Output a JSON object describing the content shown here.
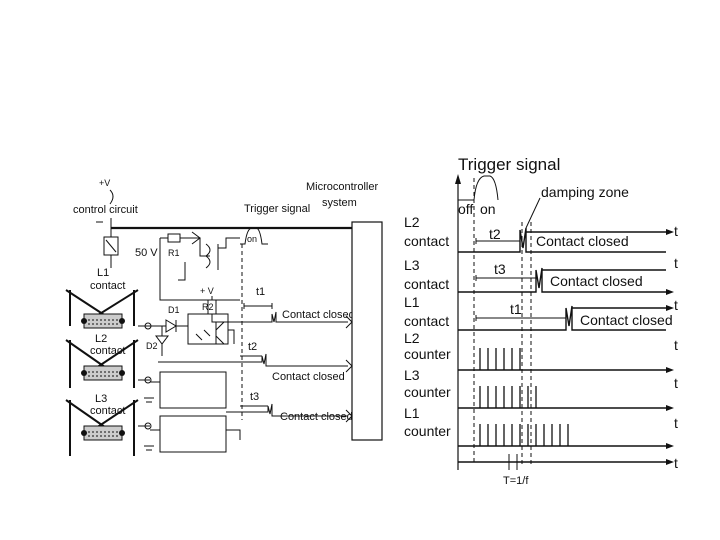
{
  "left": {
    "supply": "+V",
    "control_circuit": "control circuit",
    "source_voltage": "50 V",
    "r1": "R1",
    "r2": "R2",
    "plus_v": "+ V",
    "d1": "D1",
    "d2": "D2",
    "l1": "L1",
    "l2": "L2",
    "l3": "L3",
    "contact": "contact",
    "trigger_signal": "Trigger signal",
    "on": "on",
    "t1": "t1",
    "t2": "t2",
    "t3": "t3",
    "contact_closed": "Contact closed",
    "microcontroller": "Microcontroller",
    "system": "system"
  },
  "right": {
    "trigger_signal": "Trigger signal",
    "off": "off",
    "on": "on",
    "damping_zone": "damping zone",
    "t": "t",
    "t1": "t1",
    "t2": "t2",
    "t3": "t3",
    "contact_closed": "Contact closed",
    "period": "T=1/f",
    "rows": [
      {
        "name": "L2",
        "kind": "contact"
      },
      {
        "name": "L3",
        "kind": "contact"
      },
      {
        "name": "L1",
        "kind": "contact"
      },
      {
        "name": "L2",
        "kind": "counter"
      },
      {
        "name": "L3",
        "kind": "counter"
      },
      {
        "name": "L1",
        "kind": "counter"
      }
    ]
  }
}
